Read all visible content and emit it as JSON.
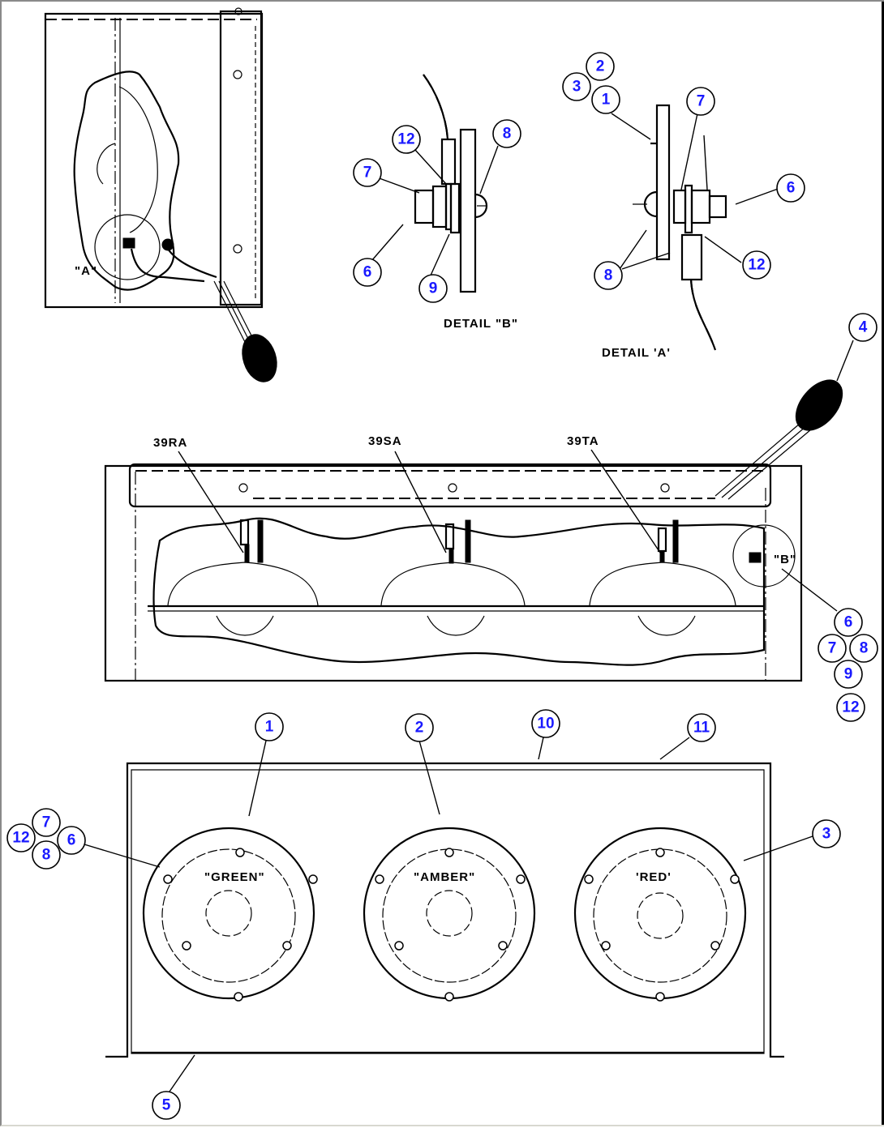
{
  "diagram": {
    "type": "exploded parts diagram",
    "subject": "Signal light assembly (three-lamp box)",
    "accent_colors": {
      "callout_number": "#1a1aff",
      "line": "#000000",
      "background": "#ffffff"
    }
  },
  "labels": {
    "detail_b": "DETAIL \"B\"",
    "detail_a": "DETAIL 'A'",
    "detail_a_marker": "\"A\"",
    "detail_b_marker": "\"B\"",
    "wire_39ra": "39RA",
    "wire_39sa": "39SA",
    "wire_39ta": "39TA",
    "lens_green": "\"GREEN\"",
    "lens_amber": "\"AMBER\"",
    "lens_red": "'RED'"
  },
  "callouts": {
    "detail_b": [
      "12",
      "8",
      "7",
      "6",
      "9"
    ],
    "detail_a": [
      "2",
      "3",
      "1",
      "7",
      "6",
      "8",
      "12"
    ],
    "harness": "4",
    "detail_b_group": [
      "6",
      "7",
      "8",
      "9",
      "12"
    ],
    "front": [
      "1",
      "2",
      "10",
      "11",
      "3",
      "5"
    ],
    "front_left_group": [
      "7",
      "12",
      "6",
      "8"
    ]
  }
}
